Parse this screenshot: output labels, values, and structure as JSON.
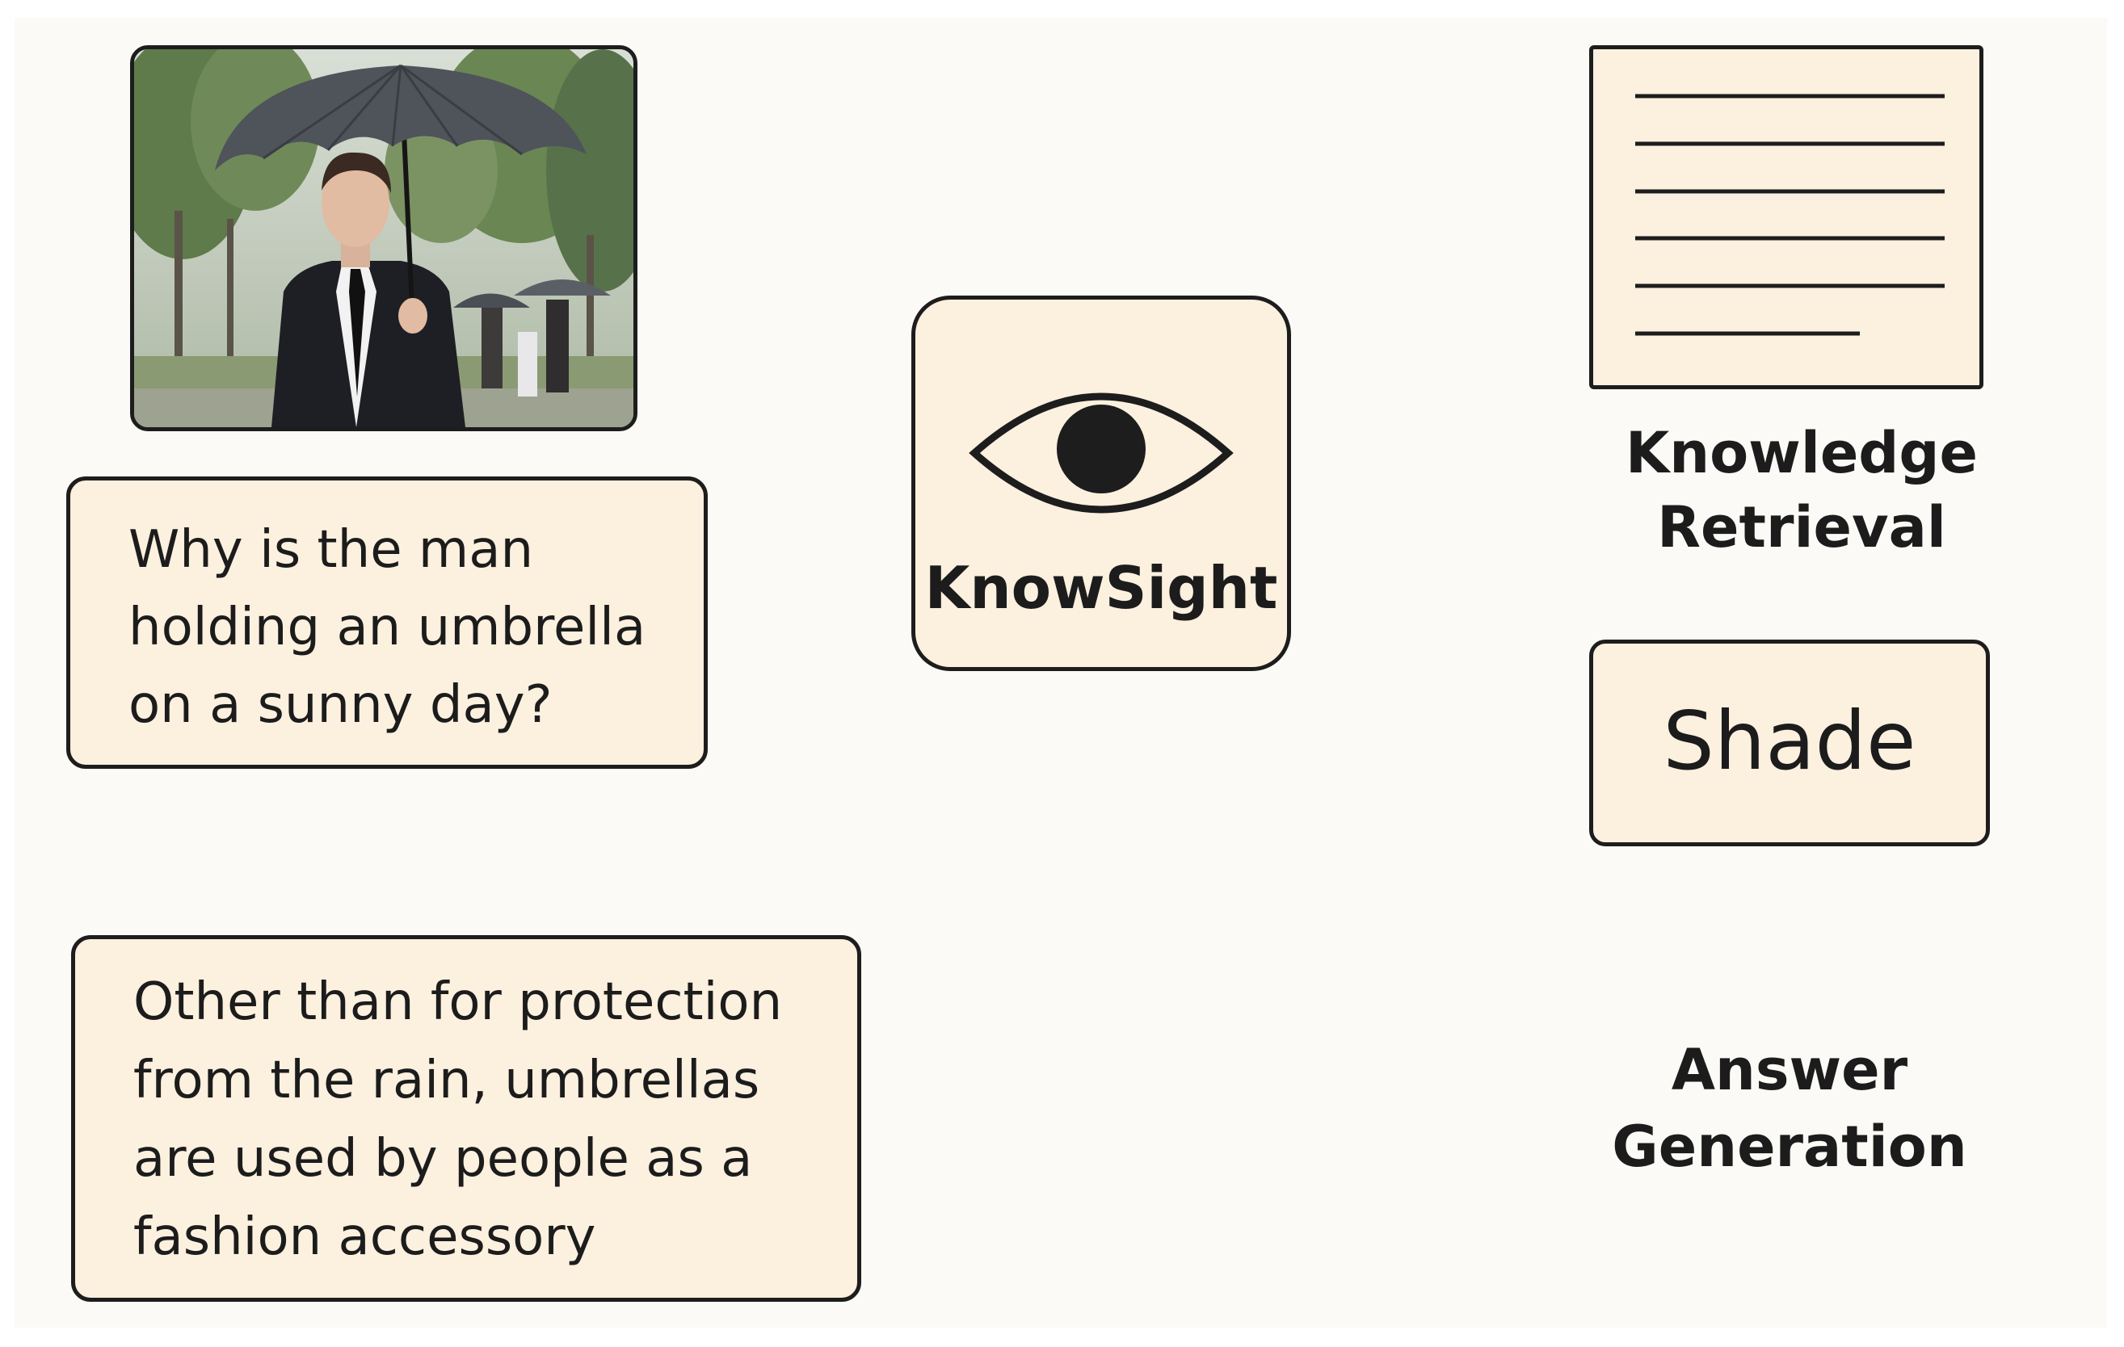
{
  "question": "Why is the man\nholding an umbrella\non a sunny day?",
  "knowledge_text": "Other than for protection\nfrom the rain, umbrellas\nare used by people as a\nfashion accessory",
  "center_node": {
    "label": "KnowSight",
    "icon": "eye-icon"
  },
  "knowledge_retrieval": {
    "label": "Knowledge\nRetrieval",
    "icon": "document-lines-icon"
  },
  "shade_node": {
    "label": "Shade"
  },
  "answer_generation": {
    "label": "Answer\nGeneration"
  },
  "colors": {
    "background": "#fcfaf6",
    "box_fill": "#fcf0df",
    "stroke": "#1d1d1d"
  }
}
